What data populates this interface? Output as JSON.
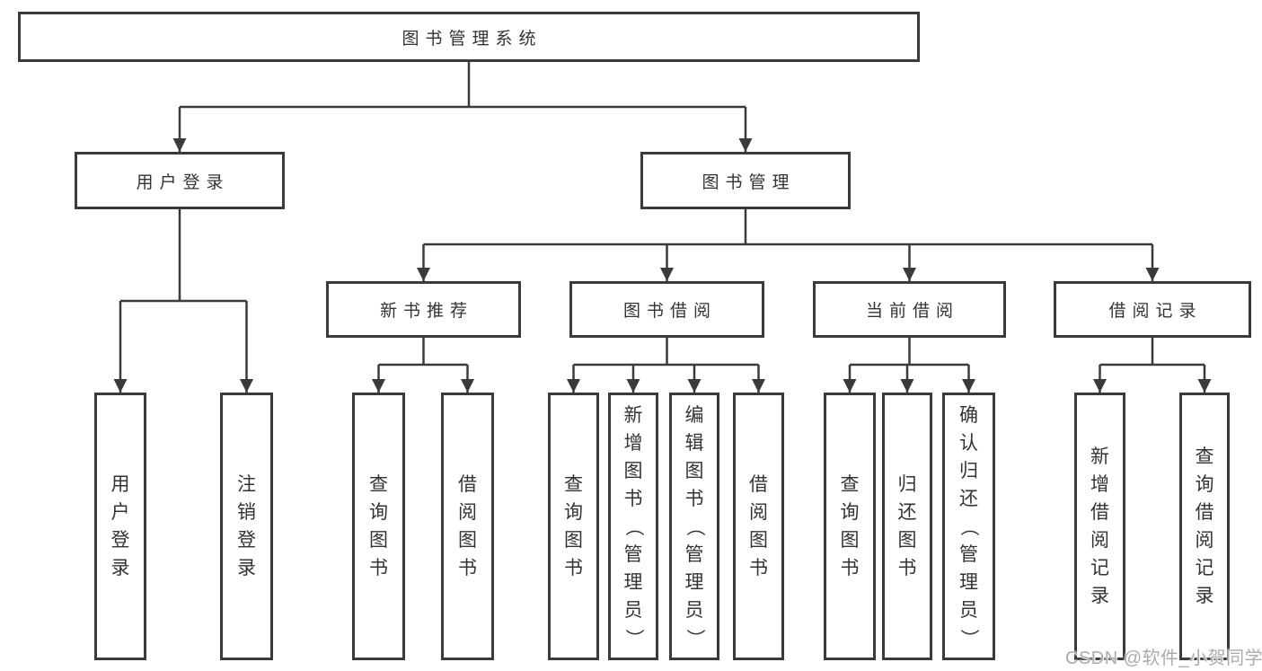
{
  "diagram": {
    "root": {
      "label": "图书管理系统"
    },
    "user_login": {
      "label": "用户登录",
      "children": {
        "login": {
          "label": "用户登录"
        },
        "logout": {
          "label": "注销登录"
        }
      }
    },
    "book_mgmt": {
      "label": "图书管理",
      "sections": {
        "new_book": {
          "label": "新书推荐",
          "children": {
            "query": {
              "label": "查询图书"
            },
            "borrow": {
              "label": "借阅图书"
            }
          }
        },
        "borrowing": {
          "label": "图书借阅",
          "children": {
            "query": {
              "label": "查询图书"
            },
            "add": {
              "label": "新增图书（管理员）"
            },
            "edit": {
              "label": "编辑图书（管理员）"
            },
            "borrow": {
              "label": "借阅图书"
            }
          }
        },
        "current": {
          "label": "当前借阅",
          "children": {
            "query": {
              "label": "查询图书"
            },
            "return": {
              "label": "归还图书"
            },
            "confirm": {
              "label": "确认归还（管理员）"
            }
          }
        },
        "records": {
          "label": "借阅记录",
          "children": {
            "add": {
              "label": "新增借阅记录"
            },
            "query": {
              "label": "查询借阅记录"
            }
          }
        }
      }
    }
  },
  "watermark": {
    "text": "CSDN @软件_小贺同学"
  },
  "colors": {
    "line": "#3a3a3a",
    "border": "#3a3a3a",
    "text": "#333333",
    "watermark_text": "#ababab",
    "background": "#ffffff"
  }
}
